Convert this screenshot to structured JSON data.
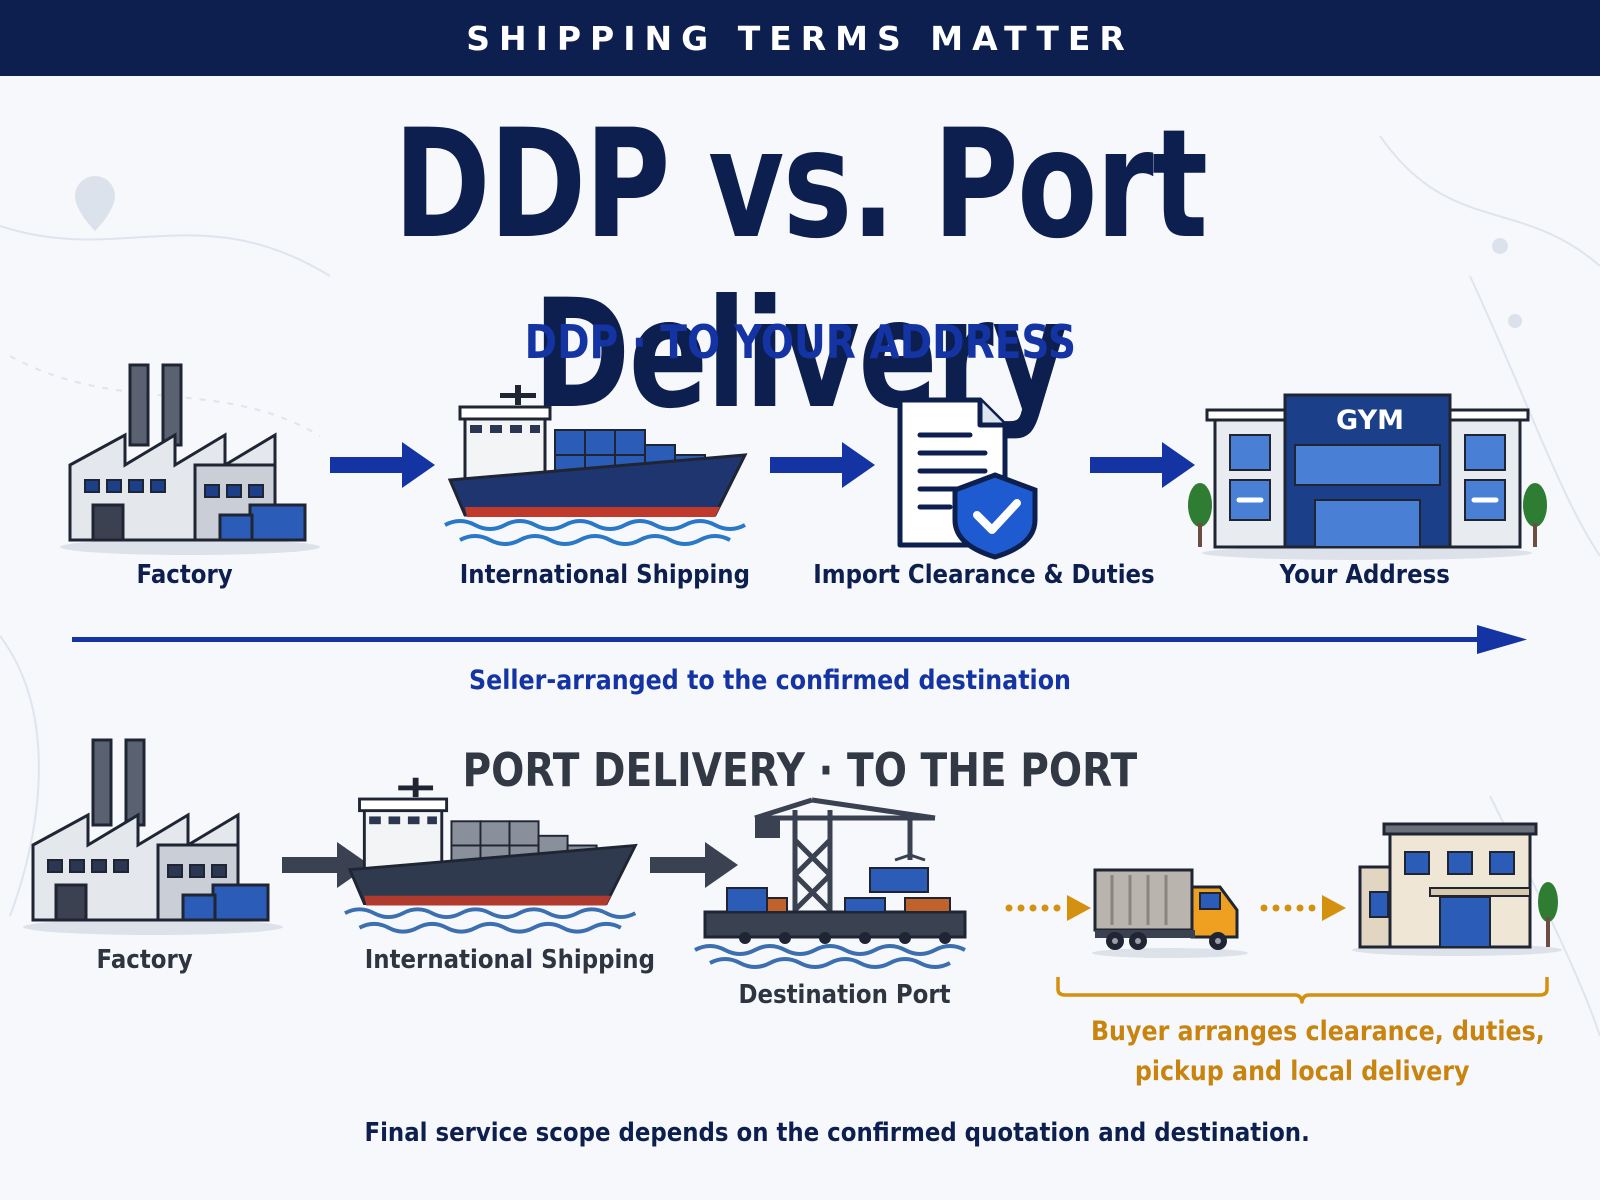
{
  "banner": {
    "text": "SHIPPING TERMS MATTER"
  },
  "title": "DDP vs. Port Delivery",
  "ddp": {
    "heading": "DDP · TO YOUR ADDRESS",
    "steps": [
      {
        "label": "Factory",
        "icon": "factory-icon"
      },
      {
        "label": "International Shipping",
        "icon": "cargo-ship-icon"
      },
      {
        "label": "Import Clearance & Duties",
        "icon": "document-shield-icon"
      },
      {
        "label": "Your Address",
        "icon": "gym-building-icon"
      }
    ],
    "gym_sign": "GYM",
    "caption": "Seller-arranged to the confirmed destination"
  },
  "port": {
    "heading": "PORT DELIVERY · TO THE PORT",
    "steps": [
      {
        "label": "Factory",
        "icon": "factory-icon"
      },
      {
        "label": "International Shipping",
        "icon": "cargo-ship-icon"
      },
      {
        "label": "Destination Port",
        "icon": "port-crane-icon"
      }
    ],
    "buyer_icons": [
      "truck-icon",
      "building-icon"
    ],
    "buyer_caption_line1": "Buyer arranges clearance, duties,",
    "buyer_caption_line2": "pickup and local delivery"
  },
  "footnote": "Final service scope depends on the confirmed quotation and destination.",
  "colors": {
    "navy": "#0d1f4f",
    "blue": "#1434a4",
    "gray": "#3a4150",
    "orange": "#c98410"
  }
}
